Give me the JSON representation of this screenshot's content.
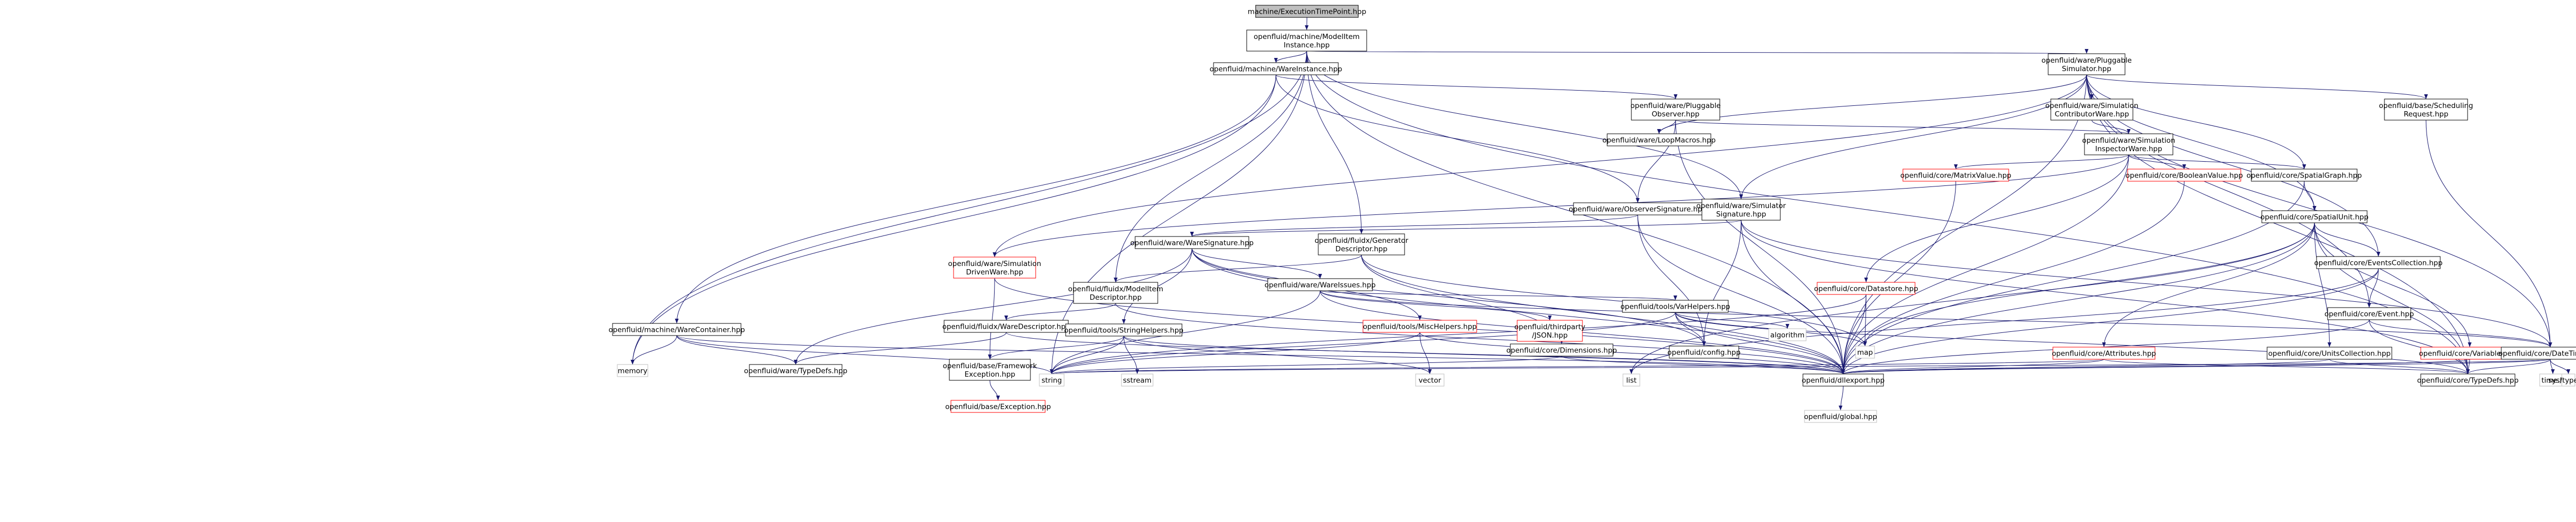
{
  "diagram": {
    "type": "include-dependency-graph",
    "colors": {
      "edge": "#191970",
      "node_border": "#000000",
      "node_border_external": "#bfbfbf",
      "node_border_truncated": "#ff0000",
      "node_fill": "#ffffff",
      "node_fill_root": "#bfbfbf",
      "link_text": "#000000",
      "truncated_text": "#ff0000",
      "external_text": "#404040",
      "background": "#ffffff"
    },
    "nodes": [
      {
        "id": "root",
        "lines": [
          "machine/ExecutionTimePoint.hpp"
        ],
        "kind": "root"
      },
      {
        "id": "modelitem_instance",
        "lines": [
          "openfluid/machine/ModelItem",
          "Instance.hpp"
        ],
        "kind": "normal"
      },
      {
        "id": "ware_instance",
        "lines": [
          "openfluid/machine/WareInstance.hpp"
        ],
        "kind": "normal"
      },
      {
        "id": "pluggable_simulator",
        "lines": [
          "openfluid/ware/Pluggable",
          "Simulator.hpp"
        ],
        "kind": "normal"
      },
      {
        "id": "pluggable_observer",
        "lines": [
          "openfluid/ware/Pluggable",
          "Observer.hpp"
        ],
        "kind": "normal"
      },
      {
        "id": "sim_contributor",
        "lines": [
          "openfluid/ware/Simulation",
          "ContributorWare.hpp"
        ],
        "kind": "normal"
      },
      {
        "id": "scheduling_request",
        "lines": [
          "openfluid/base/Scheduling",
          "Request.hpp"
        ],
        "kind": "normal"
      },
      {
        "id": "loop_macros",
        "lines": [
          "openfluid/ware/LoopMacros.hpp"
        ],
        "kind": "normal"
      },
      {
        "id": "sim_inspector",
        "lines": [
          "openfluid/ware/Simulation",
          "InspectorWare.hpp"
        ],
        "kind": "normal"
      },
      {
        "id": "matrix_value",
        "lines": [
          "openfluid/core/MatrixValue.hpp"
        ],
        "kind": "truncated"
      },
      {
        "id": "boolean_value",
        "lines": [
          "openfluid/core/BooleanValue.hpp"
        ],
        "kind": "truncated"
      },
      {
        "id": "spatial_graph",
        "lines": [
          "openfluid/core/SpatialGraph.hpp"
        ],
        "kind": "normal"
      },
      {
        "id": "observer_signature",
        "lines": [
          "openfluid/ware/ObserverSignature.hpp"
        ],
        "kind": "normal"
      },
      {
        "id": "simulator_signature",
        "lines": [
          "openfluid/ware/Simulator",
          "Signature.hpp"
        ],
        "kind": "normal"
      },
      {
        "id": "spatial_unit",
        "lines": [
          "openfluid/core/SpatialUnit.hpp"
        ],
        "kind": "normal"
      },
      {
        "id": "fluidx_generator",
        "lines": [
          "openfluid/fluidx/Generator",
          "Descriptor.hpp"
        ],
        "kind": "normal"
      },
      {
        "id": "ware_signature",
        "lines": [
          "openfluid/ware/WareSignature.hpp"
        ],
        "kind": "normal"
      },
      {
        "id": "datastore",
        "lines": [
          "openfluid/core/Datastore.hpp"
        ],
        "kind": "truncated"
      },
      {
        "id": "events_collection",
        "lines": [
          "openfluid/core/EventsCollection.hpp"
        ],
        "kind": "normal"
      },
      {
        "id": "event",
        "lines": [
          "openfluid/core/Event.hpp"
        ],
        "kind": "normal"
      },
      {
        "id": "fluidx_modelitem",
        "lines": [
          "openfluid/fluidx/ModelItem",
          "Descriptor.hpp"
        ],
        "kind": "normal"
      },
      {
        "id": "ware_issues",
        "lines": [
          "openfluid/ware/WareIssues.hpp"
        ],
        "kind": "normal"
      },
      {
        "id": "var_helpers",
        "lines": [
          "openfluid/tools/VarHelpers.hpp"
        ],
        "kind": "normal"
      },
      {
        "id": "attributes",
        "lines": [
          "openfluid/core/Attributes.hpp"
        ],
        "kind": "truncated"
      },
      {
        "id": "units_collection",
        "lines": [
          "openfluid/core/UnitsCollection.hpp"
        ],
        "kind": "normal"
      },
      {
        "id": "variables",
        "lines": [
          "openfluid/core/Variables.hpp"
        ],
        "kind": "truncated"
      },
      {
        "id": "date_time",
        "lines": [
          "openfluid/core/DateTime.hpp"
        ],
        "kind": "normal"
      },
      {
        "id": "ware_container",
        "lines": [
          "openfluid/machine/WareContainer.hpp"
        ],
        "kind": "normal"
      },
      {
        "id": "sim_driven_ware",
        "lines": [
          "openfluid/ware/Simulation",
          "DrivenWare.hpp"
        ],
        "kind": "truncated"
      },
      {
        "id": "fluidx_ware_desc",
        "lines": [
          "openfluid/fluidx/WareDescriptor.hpp"
        ],
        "kind": "normal"
      },
      {
        "id": "string_helpers",
        "lines": [
          "openfluid/tools/StringHelpers.hpp"
        ],
        "kind": "normal"
      },
      {
        "id": "misc_helpers",
        "lines": [
          "openfluid/tools/MiscHelpers.hpp"
        ],
        "kind": "truncated"
      },
      {
        "id": "json",
        "lines": [
          "openfluid/thirdparty",
          "/JSON.hpp"
        ],
        "kind": "truncated"
      },
      {
        "id": "dimensions",
        "lines": [
          "openfluid/core/Dimensions.hpp"
        ],
        "kind": "normal"
      },
      {
        "id": "config",
        "lines": [
          "openfluid/config.hpp"
        ],
        "kind": "normal"
      },
      {
        "id": "algorithm",
        "lines": [
          "algorithm"
        ],
        "kind": "external"
      },
      {
        "id": "map",
        "lines": [
          "map"
        ],
        "kind": "external"
      },
      {
        "id": "memory",
        "lines": [
          "memory"
        ],
        "kind": "external"
      },
      {
        "id": "ware_typedefs",
        "lines": [
          "openfluid/ware/TypeDefs.hpp"
        ],
        "kind": "normal"
      },
      {
        "id": "framework_exception",
        "lines": [
          "openfluid/base/Framework",
          "Exception.hpp"
        ],
        "kind": "normal"
      },
      {
        "id": "base_exception",
        "lines": [
          "openfluid/base/Exception.hpp"
        ],
        "kind": "truncated"
      },
      {
        "id": "string",
        "lines": [
          "string"
        ],
        "kind": "external"
      },
      {
        "id": "sstream",
        "lines": [
          "sstream"
        ],
        "kind": "external"
      },
      {
        "id": "vector",
        "lines": [
          "vector"
        ],
        "kind": "external"
      },
      {
        "id": "list",
        "lines": [
          "list"
        ],
        "kind": "external"
      },
      {
        "id": "dllexport",
        "lines": [
          "openfluid/dllexport.hpp"
        ],
        "kind": "normal"
      },
      {
        "id": "global",
        "lines": [
          "openfluid/global.hpp"
        ],
        "kind": "external"
      },
      {
        "id": "core_typedefs",
        "lines": [
          "openfluid/core/TypeDefs.hpp"
        ],
        "kind": "normal"
      },
      {
        "id": "time_h",
        "lines": [
          "time.h"
        ],
        "kind": "external"
      },
      {
        "id": "sys_types",
        "lines": [
          "sys/types.h"
        ],
        "kind": "external"
      }
    ]
  }
}
